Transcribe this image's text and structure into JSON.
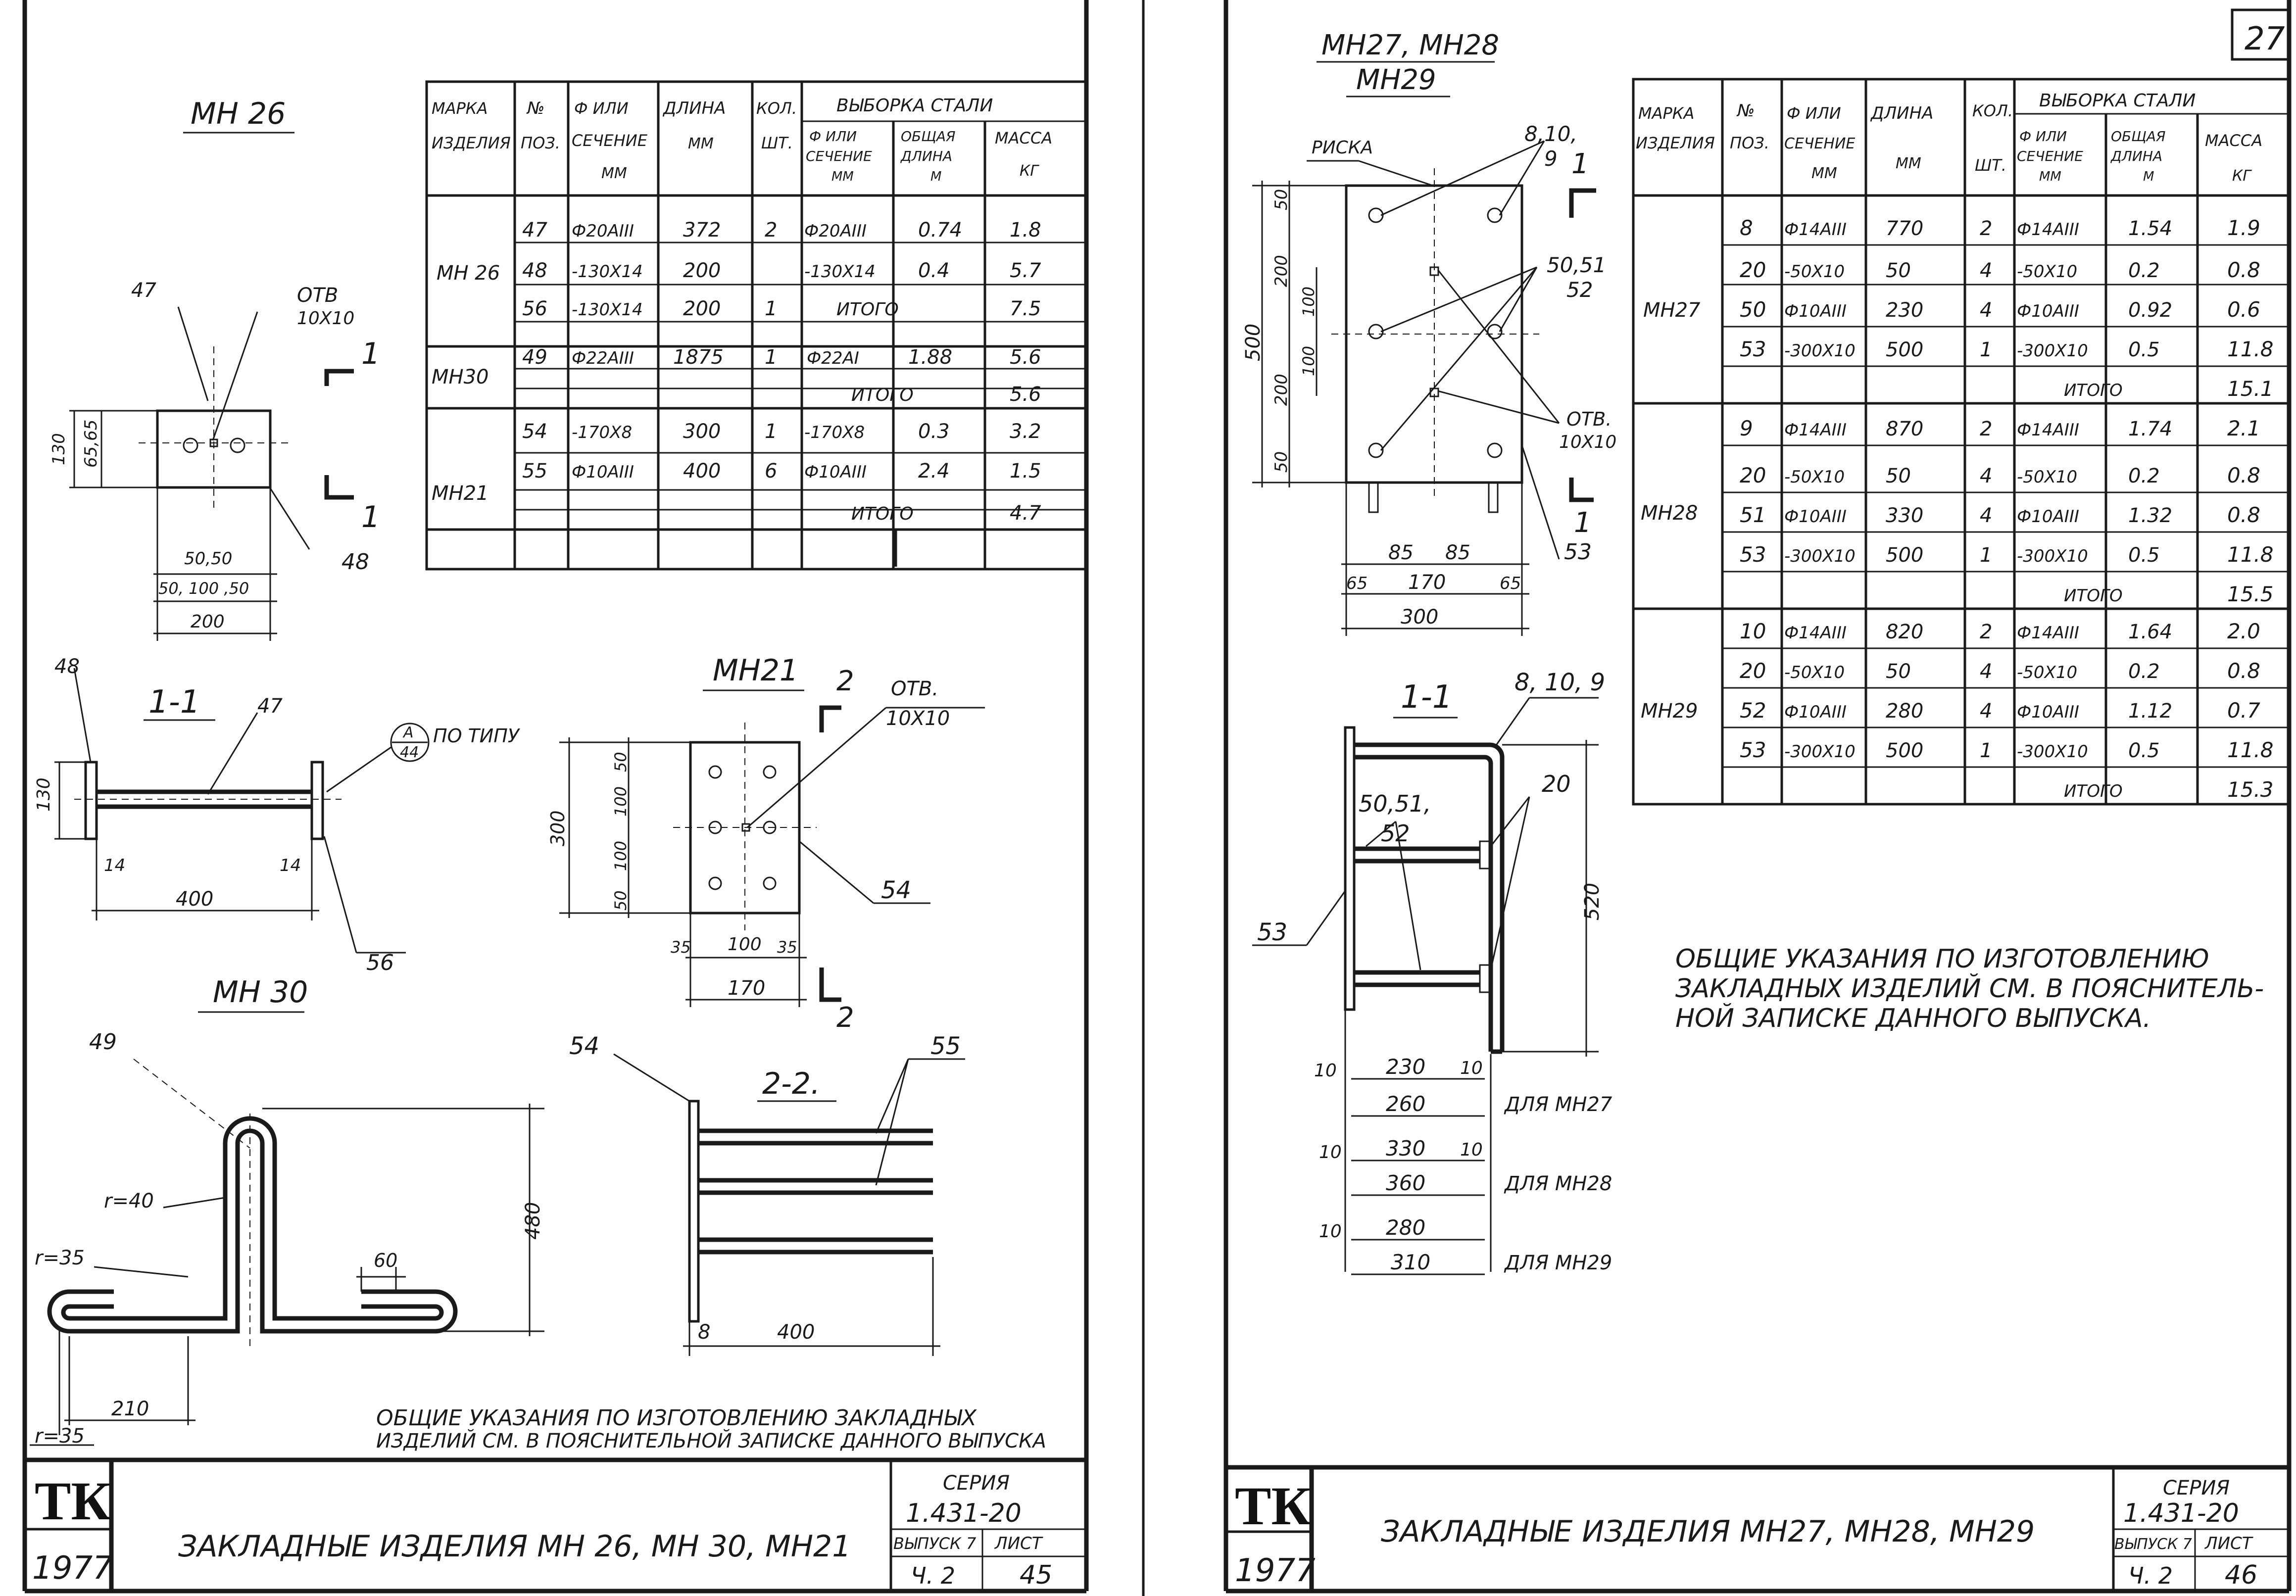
{
  "sheet45": {
    "corner_logo": "ТК",
    "year": "1977",
    "title": "ЗАКЛАДНЫЕ ИЗДЕЛИЯ МН 26, МН 30, МН21",
    "series_label": "СЕРИЯ",
    "series_value": "1.431-20",
    "issue_label": "ВЫПУСК 7",
    "issue_value": "Ч. 2",
    "sheet_label": "ЛИСТ",
    "sheet_number": "45",
    "note": [
      "ОБЩИЕ УКАЗАНИЯ ПО ИЗГОТОВЛЕНИЮ ЗАКЛАДНЫХ",
      "ИЗДЕЛИЙ СМ. В ПОЯСНИТЕЛЬНОЙ ЗАПИСКЕ ДАННОГО ВЫПУСКА"
    ],
    "table": {
      "headers": {
        "mark": [
          "МАРКА",
          "ИЗДЕЛИЯ"
        ],
        "pos": [
          "№",
          "ПОЗ."
        ],
        "section": [
          "Ф ИЛИ",
          "СЕЧЕНИЕ",
          "ММ"
        ],
        "length": [
          "ДЛИНА",
          "ММ"
        ],
        "qty": [
          "КОЛ.",
          "ШТ."
        ],
        "steel": "ВЫБОРКА СТАЛИ",
        "steel_section": [
          "Ф ИЛИ",
          "СЕЧЕНИЕ",
          "ММ"
        ],
        "total_length": [
          "ОБЩАЯ",
          "ДЛИНА",
          "М"
        ],
        "mass": [
          "МАССА",
          "КГ"
        ]
      },
      "groups": [
        {
          "mark": "МН 26",
          "rows": [
            {
              "pos": "47",
              "section": "Ф20АIII",
              "length": "372",
              "qty": "2",
              "steel_section": "Ф20АIII",
              "total_length": "0.74",
              "mass": "1.8"
            },
            {
              "pos": "48",
              "section": "-130Х14",
              "length": "200",
              "qty": "",
              "steel_section": "-130Х14",
              "total_length": "0.4",
              "mass": "5.7"
            },
            {
              "pos": "56",
              "section": "-130Х14",
              "length": "200",
              "qty": "1",
              "steel_section": "ИТОГО",
              "total_length": "",
              "mass": "7.5"
            }
          ]
        },
        {
          "mark": "МН30",
          "rows": [
            {
              "pos": "49",
              "section": "Ф22АIII",
              "length": "1875",
              "qty": "1",
              "steel_section": "Ф22АI",
              "total_length": "1.88",
              "mass": "5.6"
            },
            {
              "pos": "",
              "section": "",
              "length": "",
              "qty": "",
              "steel_section": "ИТОГО",
              "total_length": "",
              "mass": "5.6"
            }
          ]
        },
        {
          "mark": "МН21",
          "rows": [
            {
              "pos": "54",
              "section": "-170Х8",
              "length": "300",
              "qty": "1",
              "steel_section": "-170Х8",
              "total_length": "0.3",
              "mass": "3.2"
            },
            {
              "pos": "55",
              "section": "Ф10АIII",
              "length": "400",
              "qty": "6",
              "steel_section": "Ф10АIII",
              "total_length": "2.4",
              "mass": "1.5"
            },
            {
              "pos": "",
              "section": "",
              "length": "",
              "qty": "",
              "steel_section": "ИТОГО",
              "total_length": "",
              "mass": "4.7"
            }
          ]
        }
      ]
    },
    "drawings": {
      "mn26_title": "МН 26",
      "mn26_labels": {
        "pos47": "47",
        "pos48": "48",
        "otv": "ОТВ",
        "otv_size": "10Х10",
        "dim130": "130",
        "dim6565": "65,65",
        "dim5050": "50,50",
        "dim50100": "50, 100 ,50",
        "dim200": "200",
        "cut": "1"
      },
      "sec11_title": "1-1",
      "sec11_labels": {
        "pos48": "48",
        "pos47": "47",
        "pos56": "56",
        "dim130": "130",
        "dim14a": "14",
        "dim14b": "14",
        "dim400": "400",
        "node_a": "А",
        "node_44": "44",
        "po_tipu": "ПО ТИПУ"
      },
      "mn30_title": "МН 30",
      "mn30_labels": {
        "pos49": "49",
        "r40": "r=40",
        "r35a": "r=35",
        "r35b": "r=35",
        "dim480": "480",
        "dim60": "60",
        "dim210": "210"
      },
      "mn21_title": "МН21",
      "mn21_labels": {
        "cut2": "2",
        "otv": "ОТВ.",
        "otv_size": "10Х10",
        "dim300": "300",
        "dim50a": "50",
        "dim100a": "100",
        "dim100b": "100",
        "dim50b": "50",
        "dim35a": "35",
        "dim100c": "100",
        "dim35b": "35",
        "dim170": "170",
        "pos54": "54",
        "cut2b": "2"
      },
      "sec22_title": "2-2.",
      "sec22_labels": {
        "pos54": "54",
        "pos55": "55",
        "dim8": "8",
        "dim400": "400"
      }
    }
  },
  "sheet46": {
    "page_box_number": "27",
    "corner_logo": "ТК",
    "year": "1977",
    "title": "ЗАКЛАДНЫЕ ИЗДЕЛИЯ МН27, МН28, МН29",
    "series_label": "СЕРИЯ",
    "series_value": "1.431-20",
    "issue_label": "ВЫПУСК 7",
    "issue_value": "Ч. 2",
    "sheet_label": "ЛИСТ",
    "sheet_number": "46",
    "note": [
      "ОБЩИЕ УКАЗАНИЯ ПО ИЗГОТОВЛЕНИЮ",
      "ЗАКЛАДНЫХ ИЗДЕЛИЙ СМ. В ПОЯСНИТЕЛЬ-",
      "НОЙ ЗАПИСКЕ ДАННОГО ВЫПУСКА."
    ],
    "table": {
      "headers": {
        "mark": [
          "МАРКА",
          "ИЗДЕЛИЯ"
        ],
        "pos": [
          "№",
          "ПОЗ."
        ],
        "section": [
          "Ф ИЛИ",
          "СЕЧЕНИЕ",
          "ММ"
        ],
        "length": [
          "ДЛИНА",
          "ММ"
        ],
        "qty": [
          "КОЛ.",
          "ШТ."
        ],
        "steel": "ВЫБОРКА СТАЛИ",
        "steel_section": [
          "Ф ИЛИ",
          "СЕЧЕНИЕ",
          "ММ"
        ],
        "total_length": [
          "ОБЩАЯ",
          "ДЛИНА",
          "М"
        ],
        "mass": [
          "МАССА",
          "КГ"
        ]
      },
      "groups": [
        {
          "mark": "МН27",
          "rows": [
            {
              "pos": "8",
              "section": "Ф14АIII",
              "length": "770",
              "qty": "2",
              "steel_section": "Ф14АIII",
              "total_length": "1.54",
              "mass": "1.9"
            },
            {
              "pos": "20",
              "section": "-50Х10",
              "length": "50",
              "qty": "4",
              "steel_section": "-50Х10",
              "total_length": "0.2",
              "mass": "0.8"
            },
            {
              "pos": "50",
              "section": "Ф10АIII",
              "length": "230",
              "qty": "4",
              "steel_section": "Ф10АIII",
              "total_length": "0.92",
              "mass": "0.6"
            },
            {
              "pos": "53",
              "section": "-300Х10",
              "length": "500",
              "qty": "1",
              "steel_section": "-300Х10",
              "total_length": "0.5",
              "mass": "11.8"
            },
            {
              "pos": "",
              "section": "",
              "length": "",
              "qty": "",
              "steel_section": "ИТОГО",
              "total_length": "",
              "mass": "15.1"
            }
          ]
        },
        {
          "mark": "МН28",
          "rows": [
            {
              "pos": "9",
              "section": "Ф14АIII",
              "length": "870",
              "qty": "2",
              "steel_section": "Ф14АIII",
              "total_length": "1.74",
              "mass": "2.1"
            },
            {
              "pos": "20",
              "section": "-50Х10",
              "length": "50",
              "qty": "4",
              "steel_section": "-50Х10",
              "total_length": "0.2",
              "mass": "0.8"
            },
            {
              "pos": "51",
              "section": "Ф10АIII",
              "length": "330",
              "qty": "4",
              "steel_section": "Ф10АIII",
              "total_length": "1.32",
              "mass": "0.8"
            },
            {
              "pos": "53",
              "section": "-300Х10",
              "length": "500",
              "qty": "1",
              "steel_section": "-300Х10",
              "total_length": "0.5",
              "mass": "11.8"
            },
            {
              "pos": "",
              "section": "",
              "length": "",
              "qty": "",
              "steel_section": "ИТОГО",
              "total_length": "",
              "mass": "15.5"
            }
          ]
        },
        {
          "mark": "МН29",
          "rows": [
            {
              "pos": "10",
              "section": "Ф14АIII",
              "length": "820",
              "qty": "2",
              "steel_section": "Ф14АIII",
              "total_length": "1.64",
              "mass": "2.0"
            },
            {
              "pos": "20",
              "section": "-50Х10",
              "length": "50",
              "qty": "4",
              "steel_section": "-50Х10",
              "total_length": "0.2",
              "mass": "0.8"
            },
            {
              "pos": "52",
              "section": "Ф10АIII",
              "length": "280",
              "qty": "4",
              "steel_section": "Ф10АIII",
              "total_length": "1.12",
              "mass": "0.7"
            },
            {
              "pos": "53",
              "section": "-300Х10",
              "length": "500",
              "qty": "1",
              "steel_section": "-300Х10",
              "total_length": "0.5",
              "mass": "11.8"
            },
            {
              "pos": "",
              "section": "",
              "length": "",
              "qty": "",
              "steel_section": "ИТОГО",
              "total_length": "",
              "mass": "15.3"
            }
          ]
        }
      ]
    },
    "drawings": {
      "plan_title_1": "МН27, МН28",
      "plan_title_2": "МН29",
      "plan_labels": {
        "riska": "РИСКА",
        "pos8109": "8,10,",
        "pos9": "9",
        "cut1": "1",
        "pos5051": "50,51",
        "pos52": "52",
        "otv": "ОТВ.",
        "otv_size": "10Х10",
        "cut1b": "1",
        "pos53": "53",
        "dim500": "500",
        "dim50a": "50",
        "dim200a": "200",
        "dim100a": "100",
        "dim100b": "100",
        "dim200b": "200",
        "dim50b": "50",
        "dim85a": "85",
        "dim85b": "85",
        "dim65a": "65",
        "dim170": "170",
        "dim65b": "65",
        "dim300": "300"
      },
      "sec11_title": "1-1",
      "sec11_labels": {
        "pos8109": "8, 10, 9",
        "pos505152": "50,51,",
        "pos52": "52",
        "pos20": "20",
        "pos53": "53",
        "dim520": "520",
        "d10a": "10",
        "d230": "230",
        "d10b": "10",
        "d260": "260",
        "for27": "ДЛЯ МН27",
        "d10c": "10",
        "d330": "330",
        "d10d": "10",
        "d360": "360",
        "for28": "ДЛЯ МН28",
        "d10e": "10",
        "d280": "280",
        "d310": "310",
        "for29": "ДЛЯ МН29"
      }
    }
  }
}
